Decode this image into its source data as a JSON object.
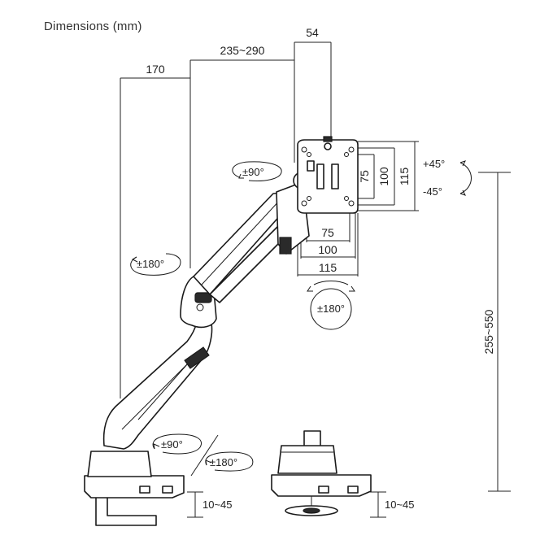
{
  "title": "Dimensions (mm)",
  "dimensions": {
    "top_depth": "54",
    "arm_reach": "235~290",
    "pole_offset": "170",
    "vesa_small_h": "75",
    "vesa_mid_h": "100",
    "vesa_large_h": "115",
    "vesa_small_w": "75",
    "vesa_mid_w": "100",
    "vesa_large_w": "115",
    "height_range": "255~550",
    "clamp_thickness_left": "10~45",
    "clamp_thickness_right": "10~45"
  },
  "rotations": {
    "head_swivel": "±90°",
    "tilt_up": "+45°",
    "tilt_down": "-45°",
    "arm_swivel": "±180°",
    "screen_rotation": "±180°",
    "base_swivel_90": "±90°",
    "base_swivel_180": "±180°"
  }
}
